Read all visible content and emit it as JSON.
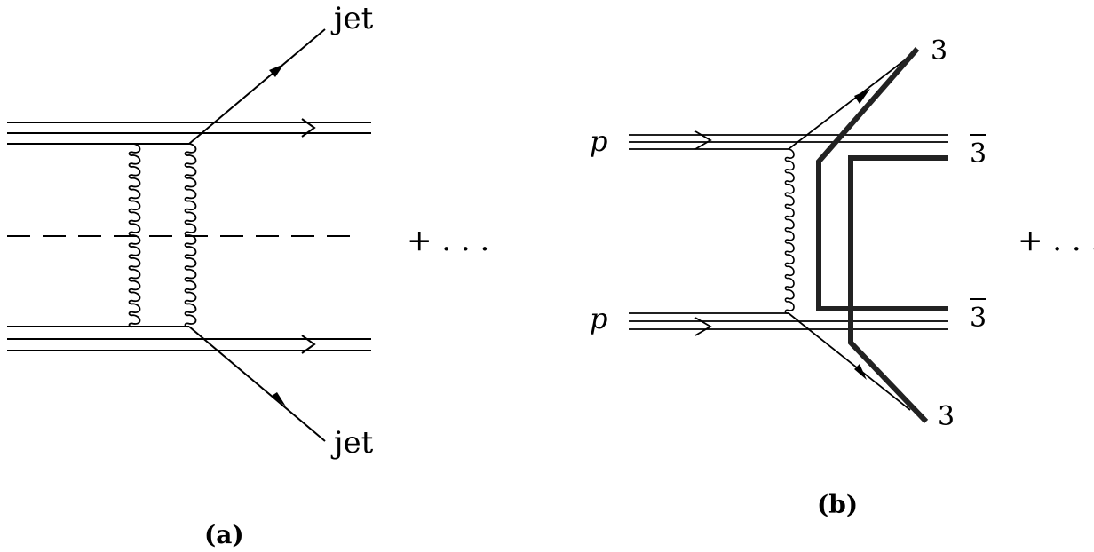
{
  "diagram_a": {
    "caption": "(a)",
    "jet_top": "jet",
    "jet_bottom": "jet",
    "ellipsis": "+ . . ."
  },
  "diagram_b": {
    "caption": "(b)",
    "proton_top": "p",
    "proton_bottom": "p",
    "color_top_right": "3",
    "color_upper_antitriplet": "3",
    "color_lower_antitriplet": "3",
    "color_bottom_right": "3",
    "ellipsis": "+ . . ."
  }
}
